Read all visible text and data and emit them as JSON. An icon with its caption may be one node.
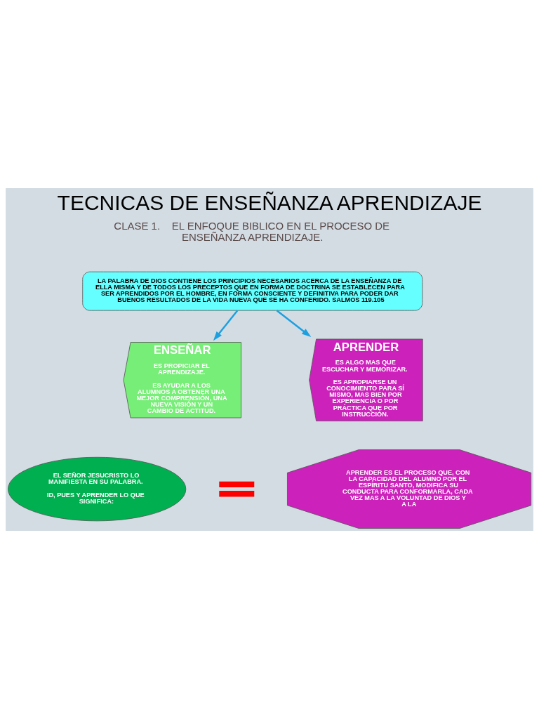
{
  "diagram": {
    "title": "TECNICAS DE ENSEÑANZA APRENDIZAJE",
    "nodes": [
      {
        "text": [
          "LA PALABRA DE DIOS CONTIENE LOS PRINCIPIOS NECESARIOS ACERCA DE LA ENSEÑANZA DE ELLA MISMA Y DE TODOS LOS PRECEPTOS QUE EN FORMA DE DOCTRINA SE ESTABLECEN PARA SER APRENDIDOS POR EL HOMBRE, EN FORMA CONSCIENTE Y DEFINITIVA PARA PODER DAR BUENOS RESULTADOS DE LA VIDA NUEVA QUE SE HA CONFERIDO. SALMOS 119.105"
        ]
      },
      {
        "text": [
          "ENSEÑAR",
          "ES PROPICIAR EL APRENDIZAJE.",
          "ES AYUDAR A LOS ALUMNOS A OBTENER UNA MEJOR COMPRENSIÓN, UNA NUEVA VISIÓN Y UN CAMBIO DE ACTITUD."
        ]
      },
      {
        "text": [
          "APRENDER",
          "ES ALGO MAS QUE ESCUCHAR Y MEMORIZAR.",
          "ES APROPIARSE UN CONOCIMIENTO PARA SÍ MISMO, MAS BIEN POR EXPERIENCIA O POR PRÁCTICA QUE POR INSTRUCCIÓN."
        ]
      },
      {
        "text": [
          "EL SEÑOR JESUCRISTO LO MANIFIESTA EN SU PALABRA.",
          "ID, PUES Y APRENDER LO QUE SIGNIFICA:"
        ]
      },
      {
        "text": [],
        "shape": "bar"
      },
      {
        "text": [
          "APRENDER ES EL PROCESO QUE, CON LA CAPACIDAD DEL ALUMNO POR EL ESPÍRITU SANTO, MODIFICA SU CONDUCTA PARA CONFORMARLA, CADA VEZ MAS A LA VOLUNTAD DE DIOS Y A LA"
        ]
      }
    ],
    "edges": [
      {
        "from": 0,
        "to": 1,
        "arrow": "to"
      },
      {
        "from": 0,
        "to": 2,
        "arrow": "to"
      }
    ],
    "labels": [
      "CLASE 1.    EL ENFOQUE BIBLICO EN EL PROCESO DE ENSEÑANZA APRENDIZAJE."
    ]
  }
}
